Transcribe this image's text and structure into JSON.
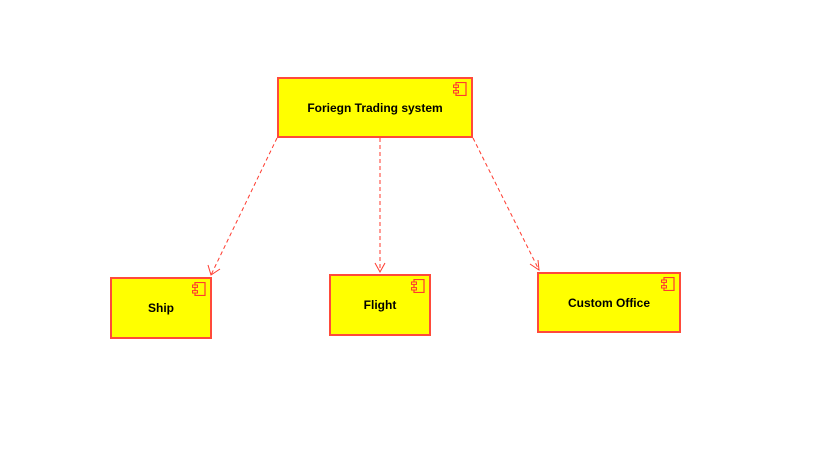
{
  "diagram": {
    "type": "uml-component-dependency",
    "colors": {
      "component_fill": "#ffff00",
      "component_border": "#ff4a3a",
      "connector": "#ff3a2e",
      "text": "#000000"
    },
    "components": {
      "root": {
        "label": "Foriegn Trading system",
        "icon": "component-icon"
      },
      "ship": {
        "label": "Ship",
        "icon": "component-icon"
      },
      "flight": {
        "label": "Flight",
        "icon": "component-icon"
      },
      "custom": {
        "label": "Custom Office",
        "icon": "component-icon"
      }
    },
    "dependencies": [
      {
        "from": "root",
        "to": "ship",
        "style": "dashed-open-arrow"
      },
      {
        "from": "root",
        "to": "flight",
        "style": "dashed-open-arrow"
      },
      {
        "from": "root",
        "to": "custom",
        "style": "dashed-open-arrow"
      }
    ]
  }
}
